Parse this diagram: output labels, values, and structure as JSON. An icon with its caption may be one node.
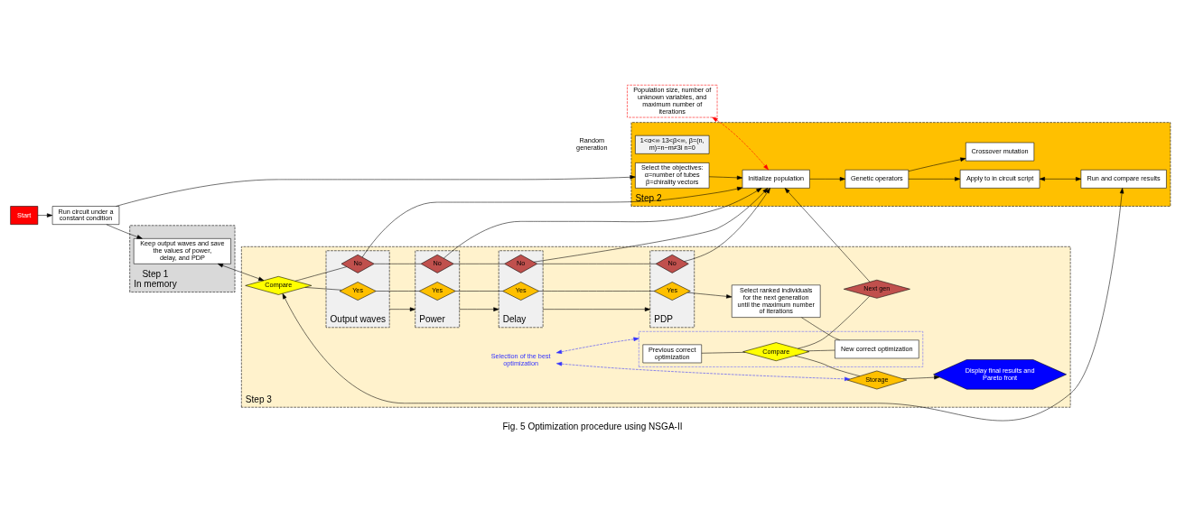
{
  "diagram": {
    "caption": "Fig. 5 Optimization procedure using NSGA-II",
    "nodes": [
      {
        "text": [
          "Start"
        ]
      },
      {
        "text": [
          "Step 1",
          "In memory"
        ]
      },
      {
        "text": [
          "Keep output waves and save the values of power, delay, and PDP"
        ],
        "in": 1
      },
      {
        "text": [
          "Run circuit under a constant condition"
        ]
      },
      {
        "text": [
          "Population size, number of unknown variables, and maximum number of iterations"
        ]
      },
      {
        "text": [
          "Step 2"
        ]
      },
      {
        "text": [
          "Select the objectives: α=number of tubes β=chirality vectors"
        ],
        "in": 5
      },
      {
        "text": [
          "Initialize population"
        ],
        "in": 5
      },
      {
        "text": [
          "Genetic operators"
        ],
        "in": 5
      },
      {
        "text": [
          "Apply to in circuit script"
        ],
        "in": 5
      },
      {
        "text": [
          "1<α<∞ 13<β<∞, β=(n, m)=n−m≠3i n=0"
        ],
        "in": 5
      },
      {
        "text": [
          "Crossover mutation"
        ],
        "in": 5
      },
      {
        "text": [
          "Run and compare results"
        ],
        "in": 5
      },
      {
        "text": [
          "Step 3"
        ]
      },
      {
        "text": [
          "Compare"
        ],
        "in": 13
      },
      {
        "text": [
          "Output waves"
        ],
        "in": 13
      },
      {
        "text": [
          "Yes"
        ],
        "in": 15
      },
      {
        "text": [
          "No"
        ],
        "in": 15
      },
      {
        "text": [
          "Power"
        ],
        "in": 13
      },
      {
        "text": [
          "Yes"
        ],
        "in": 18
      },
      {
        "text": [
          "No"
        ],
        "in": 18
      },
      {
        "text": [
          "Delay"
        ],
        "in": 13
      },
      {
        "text": [
          "Yes"
        ],
        "in": 21
      },
      {
        "text": [
          "No"
        ],
        "in": 21
      },
      {
        "text": [
          "PDP"
        ],
        "in": 13
      },
      {
        "text": [
          "Yes"
        ],
        "in": 24
      },
      {
        "text": [
          "No"
        ],
        "in": 24
      },
      {
        "text": [
          "Select ranked individuals for the next generation until the maximum number of iterations"
        ],
        "in": 13
      },
      {
        "text": [],
        "shape": "box",
        "in": 13
      },
      {
        "text": [
          "Previous correct optimization"
        ],
        "in": 28
      },
      {
        "text": [
          "Compare"
        ],
        "in": 28
      },
      {
        "text": [
          "New correct optimization"
        ],
        "in": 28
      },
      {
        "text": [
          "Next gen"
        ],
        "in": 13
      },
      {
        "text": [
          "Storage"
        ],
        "in": 13
      },
      {
        "text": [
          "Display final results and Pareto front"
        ],
        "in": 13
      },
      {
        "text": [
          "Selection of the best optimization"
        ],
        "in": 13
      }
    ],
    "edges": [
      {
        "from": 0,
        "to": 3,
        "arrow": "to"
      },
      {
        "from": 3,
        "to": 2,
        "arrow": "to"
      },
      {
        "from": 3,
        "to": 6,
        "arrow": "to"
      },
      {
        "from": 6,
        "to": 7,
        "arrow": "to"
      },
      {
        "from": 4,
        "to": 7,
        "arrow": "both",
        "style": "dashed",
        "color": "#ff0000"
      },
      {
        "from": 7,
        "to": 8,
        "arrow": "to"
      },
      {
        "from": 8,
        "to": 9,
        "arrow": "to"
      },
      {
        "from": 8,
        "to": 11,
        "arrow": "to"
      },
      {
        "from": 9,
        "to": 12,
        "arrow": "both"
      },
      {
        "from": 2,
        "to": 14,
        "arrow": "both"
      },
      {
        "from": 12,
        "to": 14,
        "arrow": "both"
      },
      {
        "from": 14,
        "to": 16,
        "arrow": "none"
      },
      {
        "from": 14,
        "to": 17,
        "arrow": "none"
      },
      {
        "from": 15,
        "to": 18,
        "arrow": "to"
      },
      {
        "from": 18,
        "to": 21,
        "arrow": "to"
      },
      {
        "from": 21,
        "to": 24,
        "arrow": "to"
      },
      {
        "from": 16,
        "to": 19,
        "arrow": "none"
      },
      {
        "from": 19,
        "to": 22,
        "arrow": "none"
      },
      {
        "from": 22,
        "to": 25,
        "arrow": "none"
      },
      {
        "from": 17,
        "to": 20,
        "arrow": "none"
      },
      {
        "from": 20,
        "to": 23,
        "arrow": "none"
      },
      {
        "from": 23,
        "to": 26,
        "arrow": "none"
      },
      {
        "from": 25,
        "to": 27,
        "arrow": "to"
      },
      {
        "from": 17,
        "to": 7,
        "arrow": "to"
      },
      {
        "from": 20,
        "to": 7,
        "arrow": "to"
      },
      {
        "from": 23,
        "to": 7,
        "arrow": "to"
      },
      {
        "from": 26,
        "to": 7,
        "arrow": "to"
      },
      {
        "from": 27,
        "to": 31,
        "arrow": "none"
      },
      {
        "from": 29,
        "to": 30,
        "arrow": "none"
      },
      {
        "from": 30,
        "to": 31,
        "arrow": "none"
      },
      {
        "from": 30,
        "to": 32,
        "arrow": "none"
      },
      {
        "from": 30,
        "to": 33,
        "arrow": "none"
      },
      {
        "from": 33,
        "to": 34,
        "arrow": "to"
      },
      {
        "from": 32,
        "to": 7,
        "arrow": "to"
      },
      {
        "from": 35,
        "to": 28,
        "arrow": "both",
        "style": "dashed",
        "color": "#3333ff"
      },
      {
        "from": 35,
        "to": 33,
        "arrow": "both",
        "style": "dashed",
        "color": "#3333ff"
      }
    ],
    "labels": [
      "Random generation"
    ]
  }
}
